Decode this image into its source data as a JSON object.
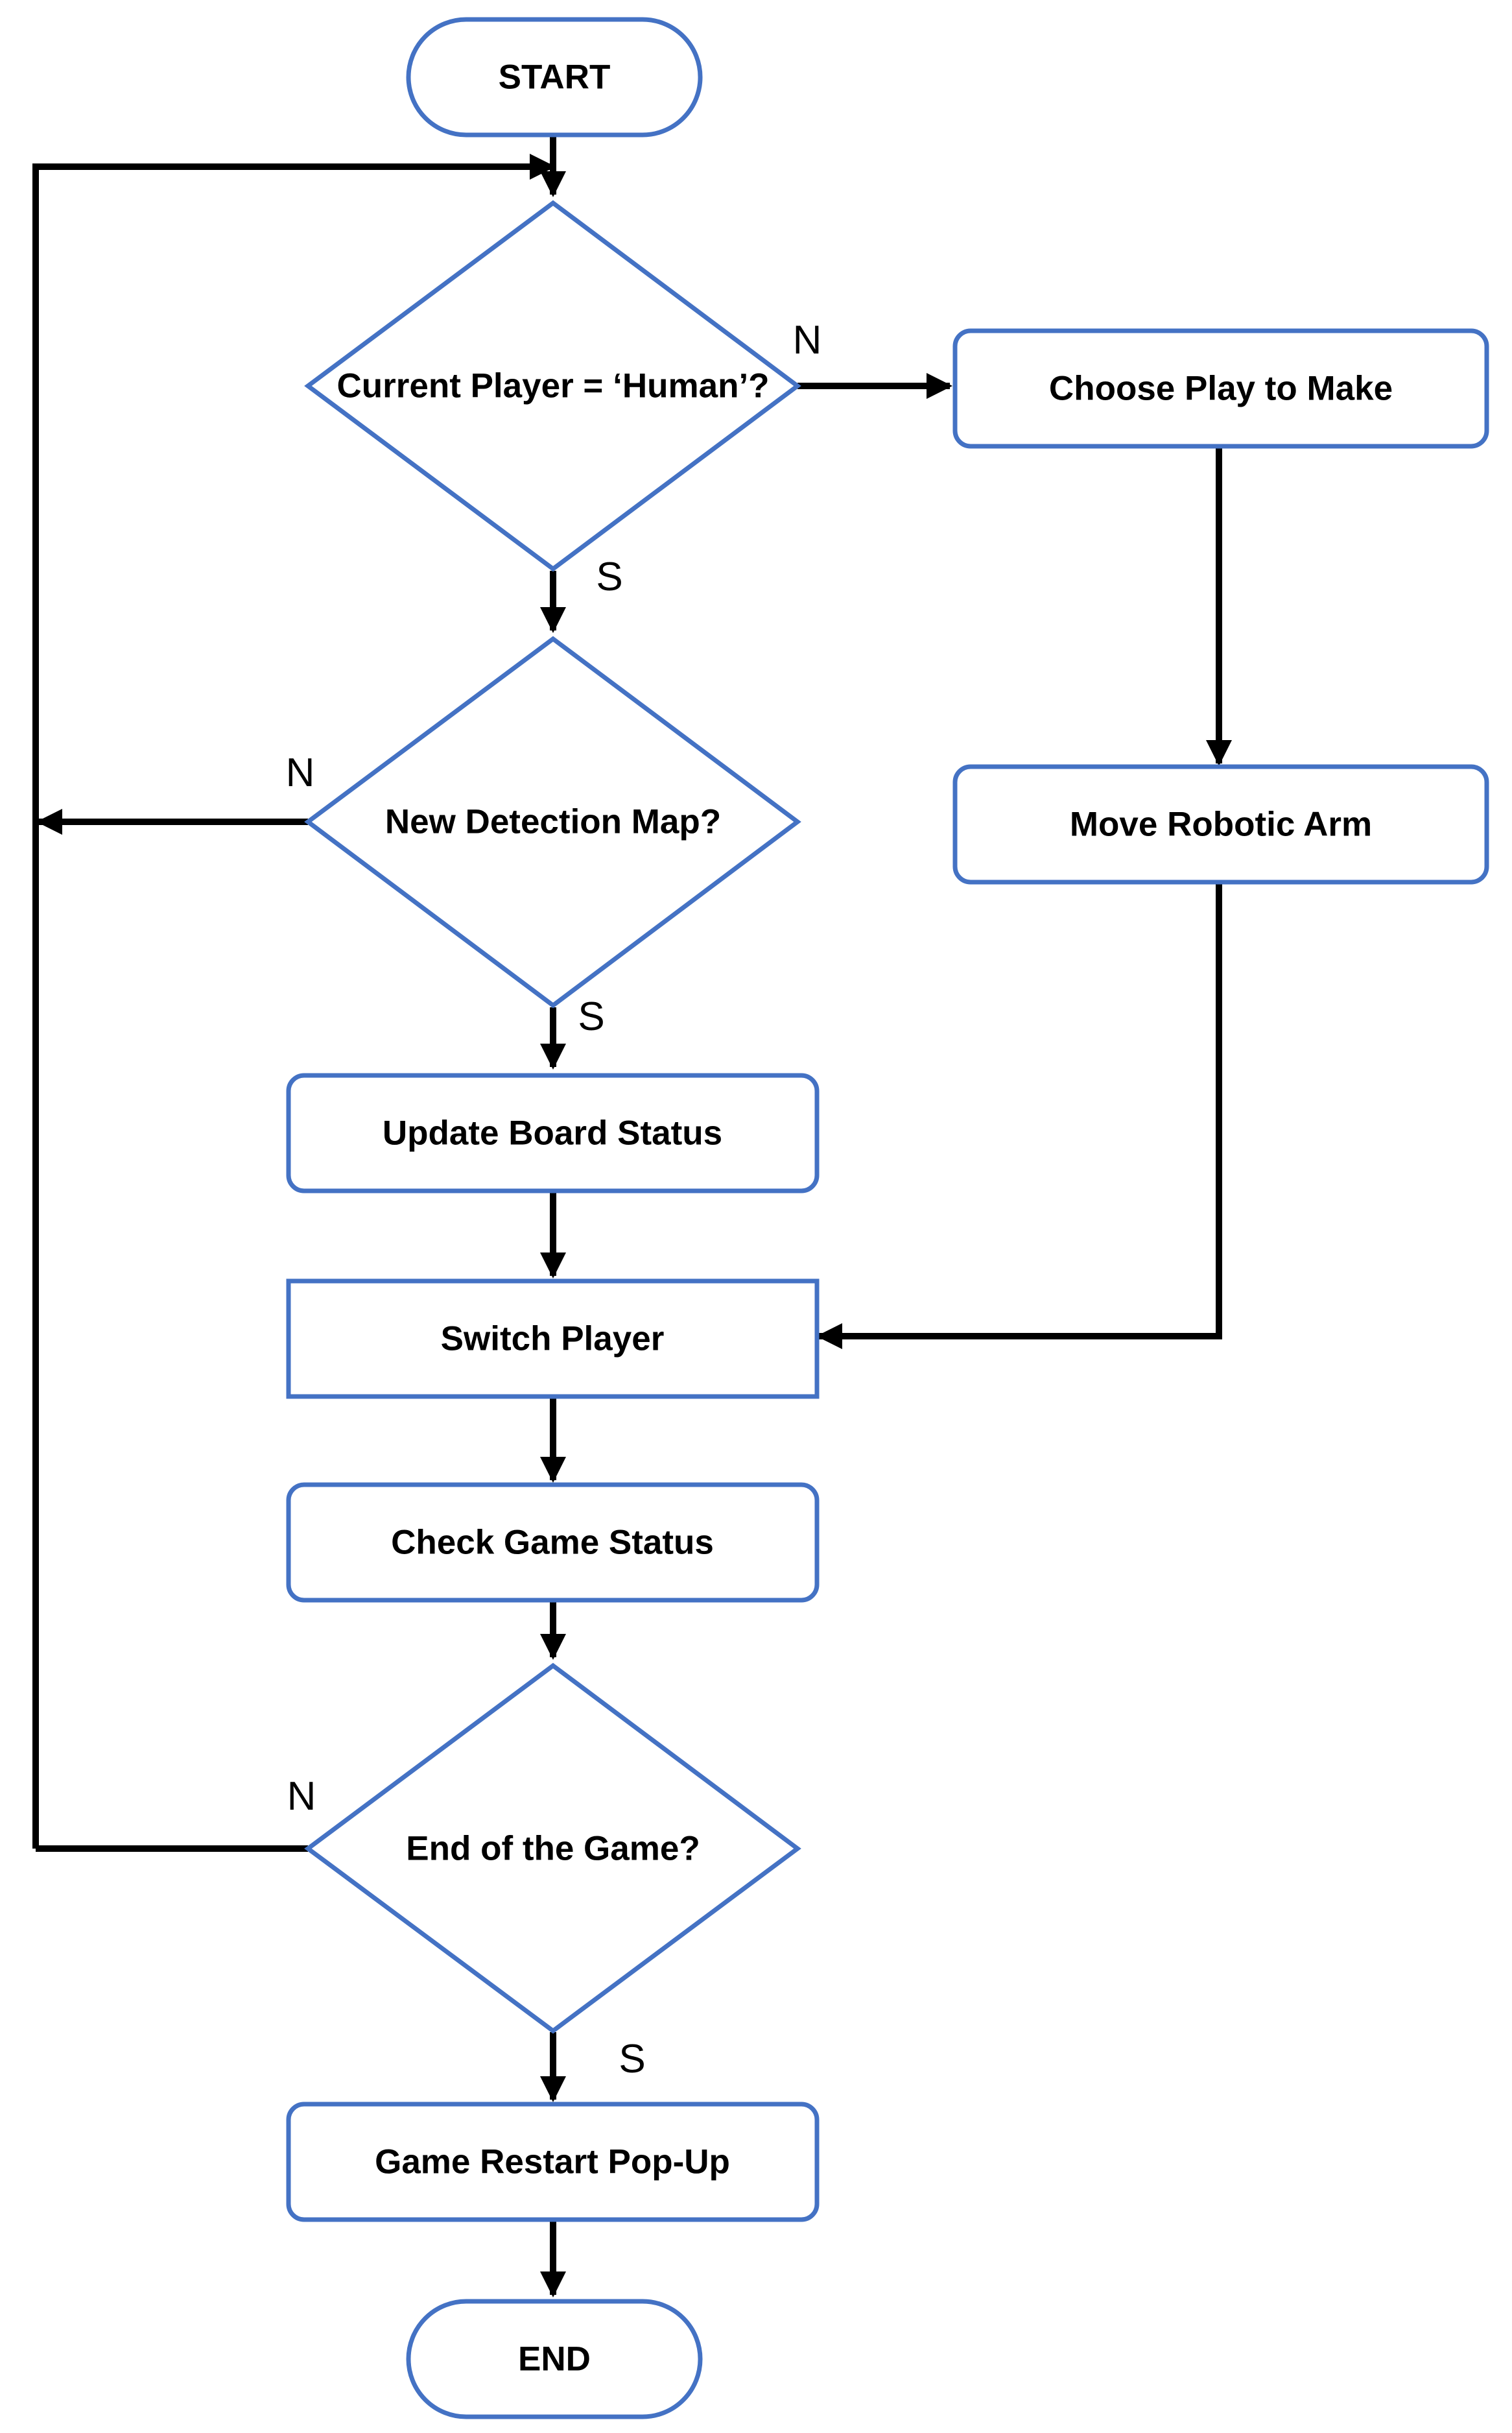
{
  "nodes": {
    "start": "START",
    "current_player_decision": "Current Player = ‘Human’?",
    "choose_play": "Choose Play to Make",
    "new_detection_decision": "New Detection Map?",
    "move_robotic_arm": "Move Robotic Arm",
    "update_board_status": "Update Board Status",
    "switch_player": "Switch Player",
    "check_game_status": "Check Game Status",
    "end_of_game_decision": "End of the Game?",
    "game_restart_popup": "Game Restart Pop-Up",
    "end": "END"
  },
  "branch_labels": {
    "current_player_no": "N",
    "current_player_yes": "S",
    "new_detection_no": "N",
    "new_detection_yes": "S",
    "end_of_game_no": "N",
    "end_of_game_yes": "S"
  },
  "colors": {
    "shape_border": "#4472C4",
    "connector": "#000000",
    "background": "#FFFFFF"
  }
}
